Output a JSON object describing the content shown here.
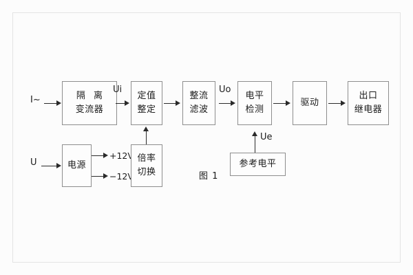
{
  "diagram": {
    "caption": "图 1",
    "inputs": {
      "current": "I~",
      "voltage": "U"
    },
    "blocks": [
      {
        "id": "isolation-transformer",
        "line1": "隔 离",
        "line2": "变流器"
      },
      {
        "id": "setting-value",
        "line1": "定值",
        "line2": "整定"
      },
      {
        "id": "rectify-filter",
        "line1": "整流",
        "line2": "滤波"
      },
      {
        "id": "level-detection",
        "line1": "电平",
        "line2": "检测"
      },
      {
        "id": "drive",
        "line1": "驱动",
        "line2": ""
      },
      {
        "id": "output-relay",
        "line1": "出口",
        "line2": "继电器"
      },
      {
        "id": "power-supply",
        "line1": "电源",
        "line2": ""
      },
      {
        "id": "multiplier-switch",
        "line1": "倍率",
        "line2": "切换"
      },
      {
        "id": "reference-level",
        "line1": "参考电平",
        "line2": ""
      }
    ],
    "signals": {
      "ui": "Ui",
      "uo": "Uo",
      "ue": "Ue",
      "rail_positive": "+12V",
      "rail_negative": "−12V"
    }
  }
}
